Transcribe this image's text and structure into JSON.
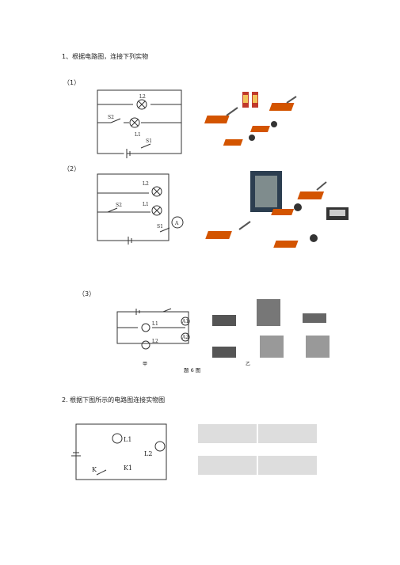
{
  "question1": {
    "title": "1、根据电路图，连接下列实物",
    "part1": "（1）",
    "part2": "（2）",
    "part3": "（3）",
    "figure_caption": "题 6 图",
    "circuit1_labels": {
      "L2": "L2",
      "L1": "L1",
      "S2": "S2",
      "S1": "S1"
    },
    "circuit2_labels": {
      "L2": "L2",
      "L1": "L1",
      "S2": "S2",
      "S1": "S1",
      "A": "A"
    },
    "circuit3_labels": {
      "L1": "L1",
      "L2": "L2",
      "A1": "A1",
      "A2": "A2",
      "jia": "甲",
      "yi": "乙"
    }
  },
  "question2": {
    "title": "2. 根据下图所示的电路图连接实物图",
    "labels": {
      "L1": "L1",
      "L2": "L2",
      "K": "K",
      "K1": "K1"
    }
  }
}
